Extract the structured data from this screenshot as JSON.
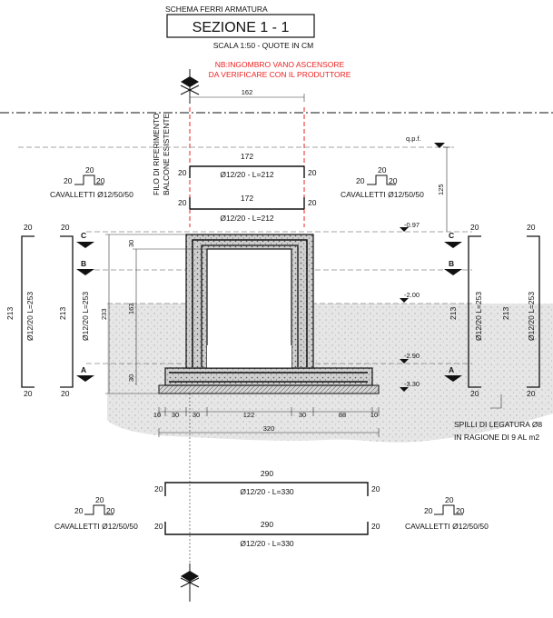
{
  "header": {
    "subtitle": "SCHEMA FERRI ARMATURA",
    "title": "SEZIONE 1 - 1",
    "scale": "SCALA 1:50 - QUOTE IN CM",
    "note_line1": "NB:INGOMBRO VANO ASCENSORE",
    "note_line2": "DA VERIFICARE CON IL PRODUTTORE"
  },
  "colors": {
    "ink": "#111111",
    "red": "#e22222",
    "soil": "#d9d9d9",
    "concrete": "#c4c4c4"
  },
  "top": {
    "dim_162": "162",
    "balcony_label1": "FILO DI RIFERIMENTO",
    "balcony_label2": "BALCONE ESISTENTE",
    "gpf": "q.p.f.",
    "dim_125": "125"
  },
  "bars_top": [
    {
      "len": "172",
      "end_left": "20",
      "end_right": "20",
      "label": "Ø12/20 - L=212"
    },
    {
      "len": "172",
      "end_left": "20",
      "end_right": "20",
      "label": "Ø12/20 - L=212"
    }
  ],
  "cavalletti": {
    "top_left": {
      "dim": "20",
      "left": "20",
      "right": "20",
      "label": "CAVALLETTI Ø12/50/50"
    },
    "top_right": {
      "dim": "20",
      "left": "20",
      "right": "20",
      "label": "CAVALLETTI Ø12/50/50"
    },
    "bottom_left": {
      "dim": "20",
      "left": "20",
      "right": "20",
      "label": "CAVALLETTI Ø12/50/50"
    },
    "bottom_right": {
      "dim": "20",
      "left": "20",
      "right": "20",
      "label": "CAVALLETTI Ø12/50/50"
    }
  },
  "levels": {
    "l1": "-0.97",
    "l2": "-2.00",
    "l3": "-2.90",
    "l4": "-3.30"
  },
  "markers": {
    "c": "C",
    "b": "B",
    "a": "A"
  },
  "side_bars": {
    "outer": {
      "top": "20",
      "bottom": "20",
      "len": "213",
      "label": "Ø12/20 L=253"
    },
    "inner": {
      "top": "20",
      "bottom": "20",
      "len": "213",
      "label": "Ø12/20 L=253"
    }
  },
  "vertical_dims": {
    "d233": "233",
    "d163": "163",
    "d30a": "30",
    "d30b": "30"
  },
  "bottom_dims": [
    "10",
    "30",
    "30",
    "122",
    "30",
    "88",
    "10"
  ],
  "total_width": "320",
  "spilli": {
    "line1": "SPILLI DI LEGATURA Ø8",
    "line2": "IN RAGIONE DI 9 AL m2"
  },
  "bars_bottom": [
    {
      "len": "290",
      "end_left": "20",
      "end_right": "20",
      "label": "Ø12/20 - L=330"
    },
    {
      "len": "290",
      "end_left": "20",
      "end_right": "20",
      "label": "Ø12/20 - L=330"
    }
  ]
}
